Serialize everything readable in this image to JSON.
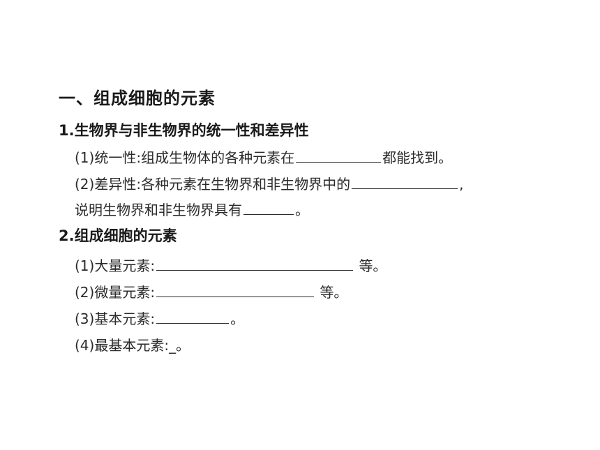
{
  "section_title": "一、组成细胞的元素",
  "q1": {
    "heading": "1.生物界与非生物界的统一性和差异性",
    "item1": {
      "prefix": "(1)统一性:组成生物体的各种元素在",
      "suffix": "都能找到。"
    },
    "item2": {
      "prefix": "(2)差异性:各种元素在生物界和非生物界中的",
      "suffix": ","
    },
    "item3": {
      "prefix": "说明生物界和非生物界具有",
      "suffix": "。"
    }
  },
  "q2": {
    "heading": "2.组成细胞的元素",
    "item1": {
      "prefix": "(1)大量元素:",
      "suffix": "等。"
    },
    "item2": {
      "prefix": "(2)微量元素:",
      "suffix": "等。"
    },
    "item3": {
      "prefix": "(3)基本元素:",
      "suffix": "。"
    },
    "item4": {
      "prefix": "(4)最基本元素:",
      "blank_text": "_",
      "suffix": "。"
    }
  }
}
